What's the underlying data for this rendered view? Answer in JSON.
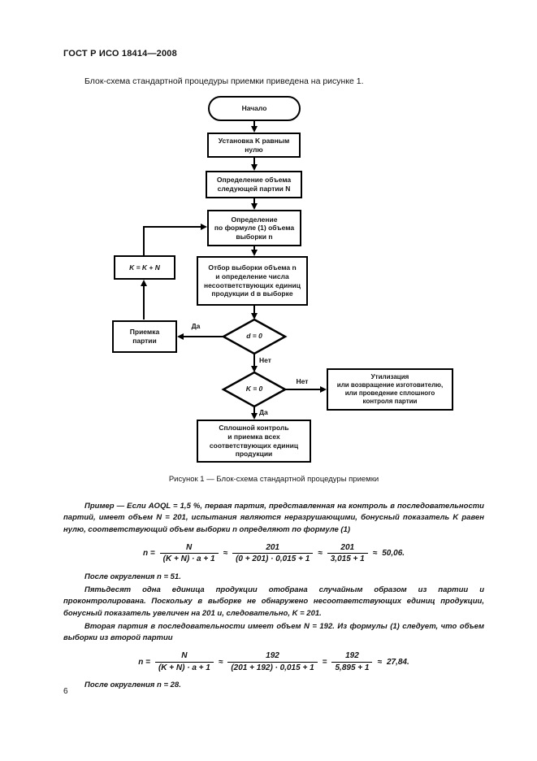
{
  "page": {
    "header": "ГОСТ Р ИСО 18414—2008",
    "intro": "Блок-схема стандартной процедуры приемки приведена на рисунке 1.",
    "page_number": "6"
  },
  "flowchart": {
    "start": "Начало",
    "set_k": "Установка K равным нулю",
    "define_n": "Определение объема\nследующей партии N",
    "compute_n": "Определение\nпо формуле (1) объема\nвыборки n",
    "sample": "Отбор выборки объема n\nи определение числа\nнесоответствующих единиц\nпродукции d в выборке",
    "k_update": "K = K + N",
    "accept": "Приемка\nпартии",
    "d_check": "d = 0",
    "k_check": "K = 0",
    "yes1": "Да",
    "no1": "Нет",
    "no2": "Нет",
    "yes2": "Да",
    "disposal": "Утилизация\nили возвращение изготовителю,\nили проведение сплошного\nконтроля партии",
    "full_inspection": "Сплошной контроль\nи приемка всех\nсоответствующих единиц\nпродукции",
    "caption": "Рисунок 1 — Блок-схема стандартной процедуры приемки"
  },
  "example": {
    "p1": "Пример — Если AOQL = 1,5 %, первая партия, представленная на контроль в последовательности партий, имеет объем N = 201, испытания являются неразрушающими, бонусный показатель K равен нулю, соответствующий объем выборки n определяют по формуле (1)",
    "formula1": {
      "lhs": "n =",
      "f1_num": "N",
      "f1_den": "(K + N) · a + 1",
      "s1": "≈",
      "f2_num": "201",
      "f2_den": "(0 + 201) · 0,015 + 1",
      "s2": "≈",
      "f3_num": "201",
      "f3_den": "3,015 + 1",
      "s3": "≈",
      "result": "50,06."
    },
    "p2": "После округления n = 51.",
    "p3": "Пятьдесят одна единица продукции отобрана случайным образом из партии и проконтролирована. Поскольку в выборке не обнаружено несоответствующих единиц продукции, бонусный показатель увеличен на 201 и, следовательно, K = 201.",
    "p4": "Вторая партия в последовательности имеет объем N = 192. Из формулы (1) следует, что объем выборки из второй партии",
    "formula2": {
      "lhs": "n =",
      "f1_num": "N",
      "f1_den": "(K + N) · a + 1",
      "s1": "≈",
      "f2_num": "192",
      "f2_den": "(201 + 192) · 0,015 + 1",
      "s2": "=",
      "f3_num": "192",
      "f3_den": "5,895 + 1",
      "s3": "≈",
      "result": "27,84."
    },
    "p5": "После округления n = 28."
  }
}
